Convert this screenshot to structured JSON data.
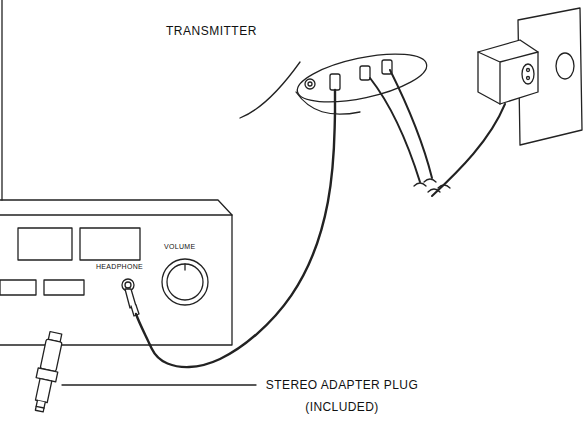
{
  "diagram": {
    "nodes": [
      {
        "text": [
          "TRANSMITTER"
        ]
      },
      {
        "text": [
          "VOLUME",
          "HEADPHONE"
        ]
      }
    ],
    "edges": [
      {
        "from": 0,
        "to": 1,
        "arrow": "none"
      }
    ],
    "labels": [
      "STEREO ADAPTER PLUG (INCLUDED)"
    ]
  }
}
